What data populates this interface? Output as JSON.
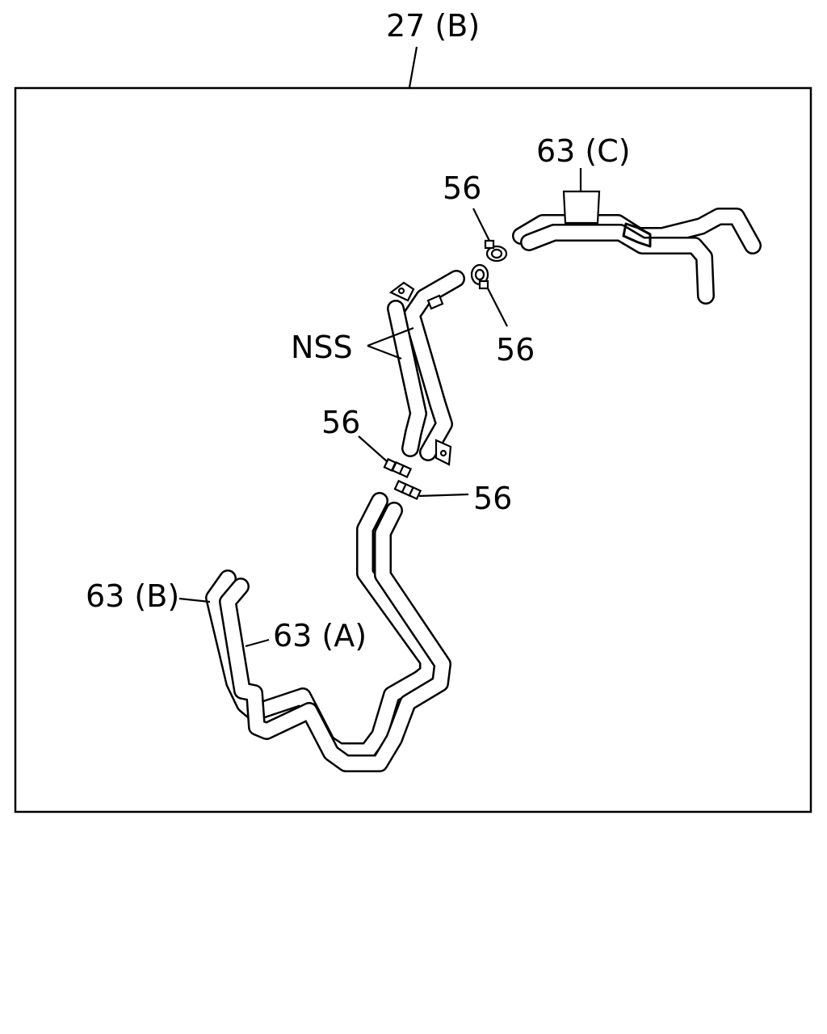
{
  "diagram": {
    "group_label": "27 (B)",
    "labels": {
      "hose_c": "63 (C)",
      "hose_b": "63 (B)",
      "hose_a": "63 (A)",
      "nss": "NSS",
      "clamp_top_left": "56",
      "clamp_top_right": "56",
      "clamp_mid_left": "56",
      "clamp_mid_right": "56"
    }
  }
}
